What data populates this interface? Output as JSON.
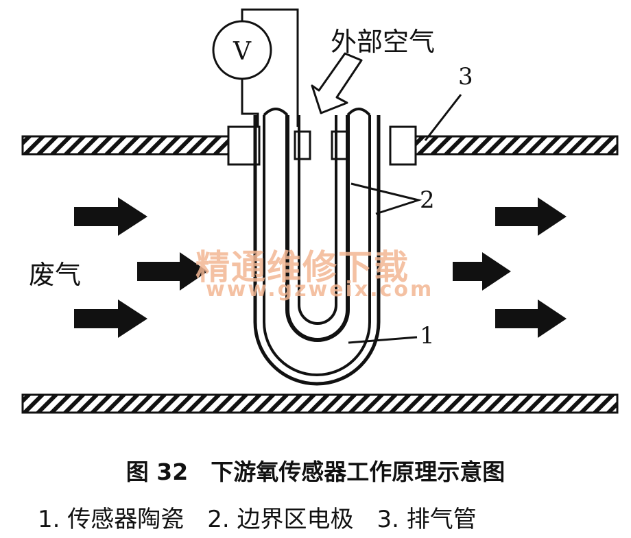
{
  "labels": {
    "external_air": "外部空气",
    "exhaust_gas": "废气",
    "voltmeter": "V",
    "callout_1": "1",
    "callout_2": "2",
    "callout_3": "3"
  },
  "watermark": {
    "text": "精通维修下载",
    "url": "www.gzweix.com"
  },
  "caption": {
    "title": "图 32　下游氧传感器工作原理示意图",
    "legend": "1. 传感器陶瓷　2. 边界区电极　3. 排气管"
  },
  "colors": {
    "ink": "#111111",
    "watermark": "#f3b794",
    "background": "#ffffff"
  }
}
